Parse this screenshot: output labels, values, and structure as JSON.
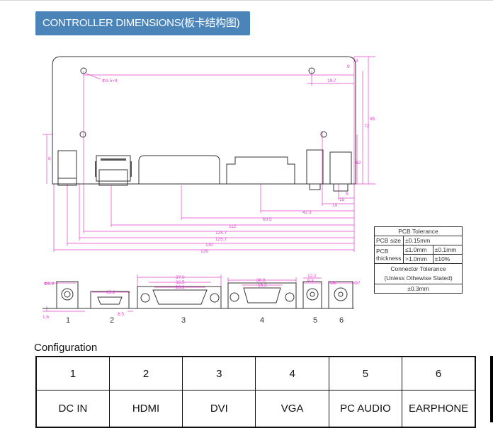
{
  "banner": {
    "title": "CONTROLLER DIMENSIONS(板卡结构图)"
  },
  "colors": {
    "banner_bg": "#4a84b9",
    "dimension_line": "#e044c8",
    "outline": "#333333"
  },
  "top_view": {
    "hole_label": "Φ3.5×4",
    "dims": [
      "19.7",
      "42.3",
      "60.5",
      "112",
      "124.7",
      "125.7",
      "130",
      "139",
      "19",
      "15",
      "5",
      "9",
      "62",
      "6",
      "72",
      "95",
      "9"
    ]
  },
  "side_view": {
    "dims": [
      "Φ6.9",
      "1.6",
      "15.1",
      "37.0",
      "32.5",
      "26.2",
      "30.8",
      "16.3",
      "12.2",
      "9.5",
      "Φ6",
      "Φ7",
      "6.5"
    ],
    "port_numbers": [
      "1",
      "2",
      "3",
      "4",
      "5",
      "6"
    ]
  },
  "tolerance": {
    "title": "PCB Tolerance",
    "pcb_size_label": "PCB size",
    "pcb_size_value": "±0.15mm",
    "thickness_label": "PCB thickness",
    "row1_cond": "≤1.0mm",
    "row1_val": "±0.1mm",
    "row2_cond": ">1.0mm",
    "row2_val": "±10%",
    "connector_title": "Connector Tolerance",
    "connector_note": "(Unless Othewise Stated)",
    "connector_value": "±0.3mm"
  },
  "configuration": {
    "title": "Configuration",
    "numbers": [
      "1",
      "2",
      "3",
      "4",
      "5",
      "6"
    ],
    "names": [
      "DC IN",
      "HDMI",
      "DVI",
      "VGA",
      "PC AUDIO",
      "EARPHONE"
    ]
  }
}
